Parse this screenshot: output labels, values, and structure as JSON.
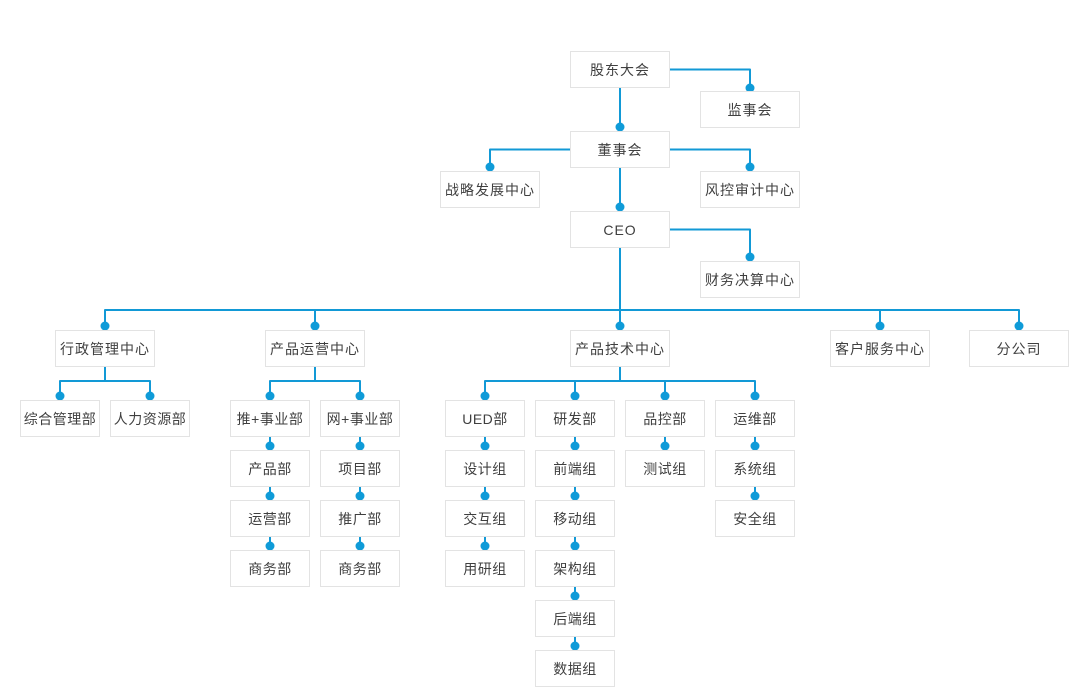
{
  "style": {
    "line_color": "#1299d6",
    "dot_color": "#0f9bd8",
    "node_border_color": "#e3e3e3",
    "node_background": "#ffffff",
    "text_color": "#3f3f3f",
    "page_background": "#ffffff"
  },
  "org_chart": {
    "nodes": [
      {
        "id": "shareholders-meeting",
        "label": "股东大会",
        "parent": null
      },
      {
        "id": "supervisory-board",
        "label": "监事会",
        "parent": "shareholders-meeting"
      },
      {
        "id": "board-of-directors",
        "label": "董事会",
        "parent": "shareholders-meeting"
      },
      {
        "id": "strategy-development-center",
        "label": "战略发展中心",
        "parent": "board-of-directors"
      },
      {
        "id": "risk-control-audit-center",
        "label": "风控审计中心",
        "parent": "board-of-directors"
      },
      {
        "id": "ceo",
        "label": "CEO",
        "parent": "board-of-directors"
      },
      {
        "id": "financial-settlement-center",
        "label": "财务决算中心",
        "parent": "ceo"
      },
      {
        "id": "admin-management-center",
        "label": "行政管理中心",
        "parent": "ceo"
      },
      {
        "id": "product-operation-center",
        "label": "产品运营中心",
        "parent": "ceo"
      },
      {
        "id": "product-technology-center",
        "label": "产品技术中心",
        "parent": "ceo"
      },
      {
        "id": "customer-service-center",
        "label": "客户服务中心",
        "parent": "ceo"
      },
      {
        "id": "branch-company",
        "label": "分公司",
        "parent": "ceo"
      },
      {
        "id": "general-management-dept",
        "label": "综合管理部",
        "parent": "admin-management-center"
      },
      {
        "id": "hr-dept",
        "label": "人力资源部",
        "parent": "admin-management-center"
      },
      {
        "id": "tui-business-dept",
        "label": "推+事业部",
        "parent": "product-operation-center"
      },
      {
        "id": "wang-business-dept",
        "label": "网+事业部",
        "parent": "product-operation-center"
      },
      {
        "id": "ued-dept",
        "label": "UED部",
        "parent": "product-technology-center"
      },
      {
        "id": "rd-dept",
        "label": "研发部",
        "parent": "product-technology-center"
      },
      {
        "id": "qc-dept",
        "label": "品控部",
        "parent": "product-technology-center"
      },
      {
        "id": "ops-dept",
        "label": "运维部",
        "parent": "product-technology-center"
      },
      {
        "id": "product-dept",
        "label": "产品部",
        "parent": "tui-business-dept"
      },
      {
        "id": "project-dept",
        "label": "项目部",
        "parent": "wang-business-dept"
      },
      {
        "id": "design-group",
        "label": "设计组",
        "parent": "ued-dept"
      },
      {
        "id": "frontend-group",
        "label": "前端组",
        "parent": "rd-dept"
      },
      {
        "id": "testing-group",
        "label": "测试组",
        "parent": "qc-dept"
      },
      {
        "id": "system-group",
        "label": "系统组",
        "parent": "ops-dept"
      },
      {
        "id": "operation-dept",
        "label": "运营部",
        "parent": "product-dept"
      },
      {
        "id": "promotion-dept",
        "label": "推广部",
        "parent": "project-dept"
      },
      {
        "id": "interaction-group",
        "label": "交互组",
        "parent": "design-group"
      },
      {
        "id": "mobile-group",
        "label": "移动组",
        "parent": "frontend-group"
      },
      {
        "id": "security-group",
        "label": "安全组",
        "parent": "system-group"
      },
      {
        "id": "business-dept-tui",
        "label": "商务部",
        "parent": "operation-dept"
      },
      {
        "id": "business-dept-wang",
        "label": "商务部",
        "parent": "promotion-dept"
      },
      {
        "id": "user-research-group",
        "label": "用研组",
        "parent": "interaction-group"
      },
      {
        "id": "architecture-group",
        "label": "架构组",
        "parent": "mobile-group"
      },
      {
        "id": "backend-group",
        "label": "后端组",
        "parent": "architecture-group"
      },
      {
        "id": "data-group",
        "label": "数据组",
        "parent": "backend-group"
      }
    ]
  }
}
